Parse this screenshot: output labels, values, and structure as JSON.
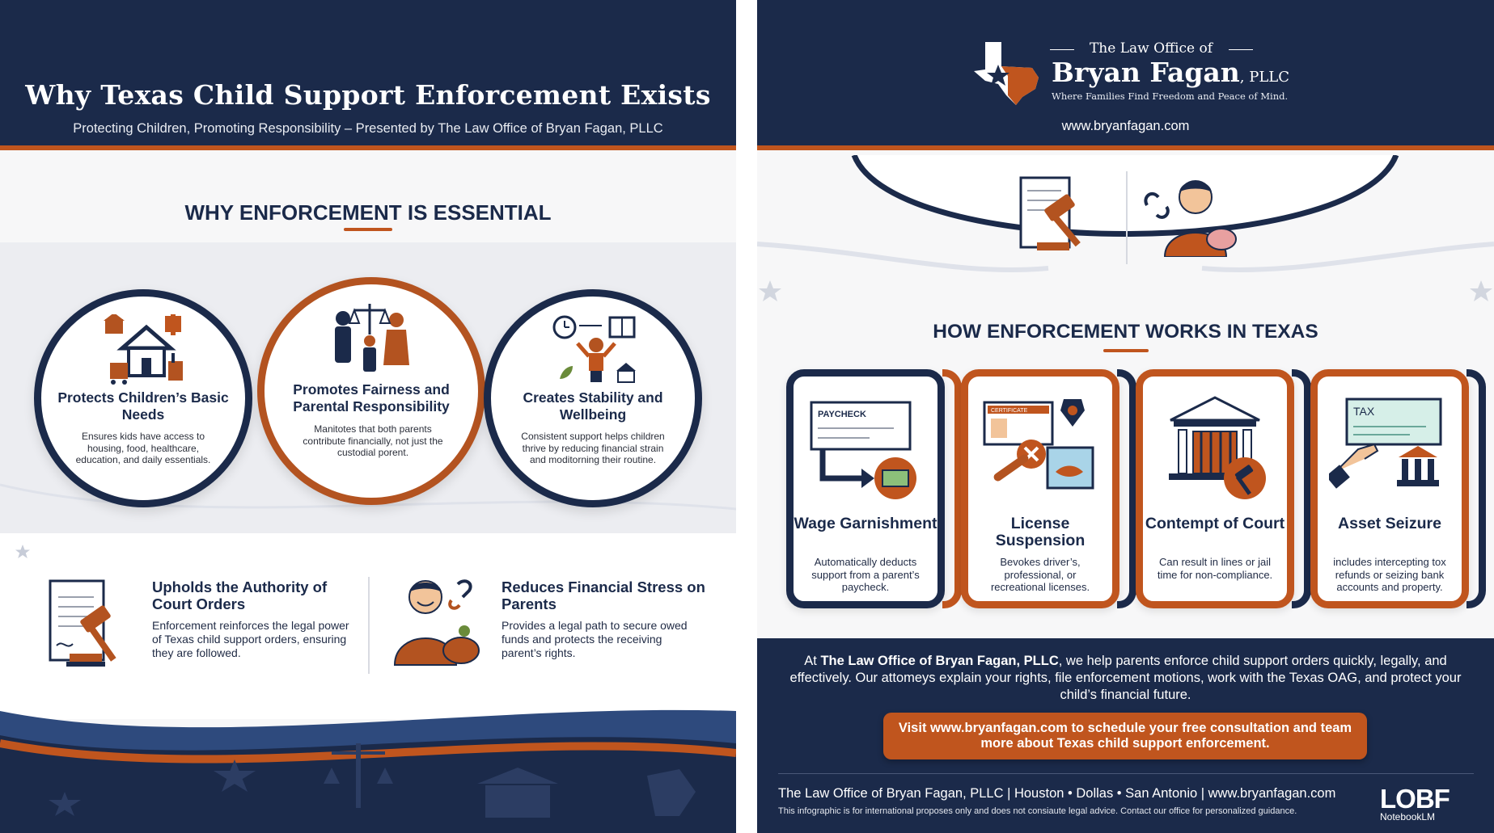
{
  "left": {
    "title": "Why Texas Child Support Enforcement Exists",
    "subtitle": "Protecting Children, Promoting Responsibility – Presented by The Law Office of Bryan Fagan, PLLC",
    "section_heading": "WHY ENFORCEMENT IS ESSENTIAL",
    "circles": [
      {
        "title": "Protects Children’s Basic Needs",
        "body": "Ensures kids have access to housing, food, healthcare, education, and daily essentials.",
        "icon": "home-health-icon"
      },
      {
        "title": "Promotes Fairness and Parental Responsibility",
        "body": "Manitotes that both parents contribute financially, not just the custodial porent.",
        "icon": "family-scales-icon"
      },
      {
        "title": "Creates Stability and Wellbeing",
        "body": "Consistent support helps children thrive by reducing financial strain and moditorning their routine.",
        "icon": "child-stability-icon"
      }
    ],
    "features": [
      {
        "title": "Upholds the Authority of Court Orders",
        "body": "Enforcement reinforces the legal power of Texas child support orders, ensuring they are followed.",
        "icon": "gavel-document-icon"
      },
      {
        "title": "Reduces Financial Stress on Parents",
        "body": "Provides a legal path to secure owed funds and protects the receiving parent’s rights.",
        "icon": "parent-piggybank-icon"
      }
    ]
  },
  "right": {
    "firm_prefix": "The Law Office of",
    "firm_name": "Bryan Fagan",
    "firm_suffix": ", PLLC",
    "tagline": "Where Families Find Freedom and Peace of Mind.",
    "url": "www.bryanfagan.com",
    "section_heading": "HOW ENFORCEMENT WORKS IN TEXAS",
    "cards": [
      {
        "title": "Wage Garnishment",
        "body": "Automatically deducts support from a parent’s paycheck.",
        "icon": "paycheck-icon",
        "icon_label": "PAYCHECK"
      },
      {
        "title": "License Suspension",
        "body": "Bevokes driver’s, professional, or recreational licenses.",
        "icon": "license-suspension-icon",
        "icon_label": "CERTIFICATE"
      },
      {
        "title": "Contempt of Court",
        "body": "Can result in lines or jail time for non-compliance.",
        "icon": "courthouse-jail-icon",
        "icon_label": ""
      },
      {
        "title": "Asset Seizure",
        "body": "includes intercepting tox refunds or seizing bank accounts and property.",
        "icon": "tax-refund-bank-icon",
        "icon_label": "TAX"
      }
    ],
    "para_pre": "At ",
    "para_firm": "The Law Office of Bryan Fagan, PLLC",
    "para_post": ", we help parents enforce child support orders quickly, legally, and effectively. Our attomeys explain your rights, file enforcement motions, work with the Texas OAG, and protect your child’s financial future.",
    "cta": "Visit www.bryanfagan.com to schedule your free consultation and team more about Texas child support enforcement.",
    "footer": "The Law Office of Bryan Fagan, PLLC  |  Houston • Dollas • San Antonio  |  www.bryanfagan.com",
    "disclaimer": "This infographic is for international proposes only and does not consiaute legal advice. Contact our office for personalized guidance.",
    "logo_text": "LOBF",
    "logo_sub": "NotebookLM"
  },
  "colors": {
    "navy": "#1b2a4a",
    "orange": "#c0551e",
    "light_bg": "#f7f7f8"
  }
}
